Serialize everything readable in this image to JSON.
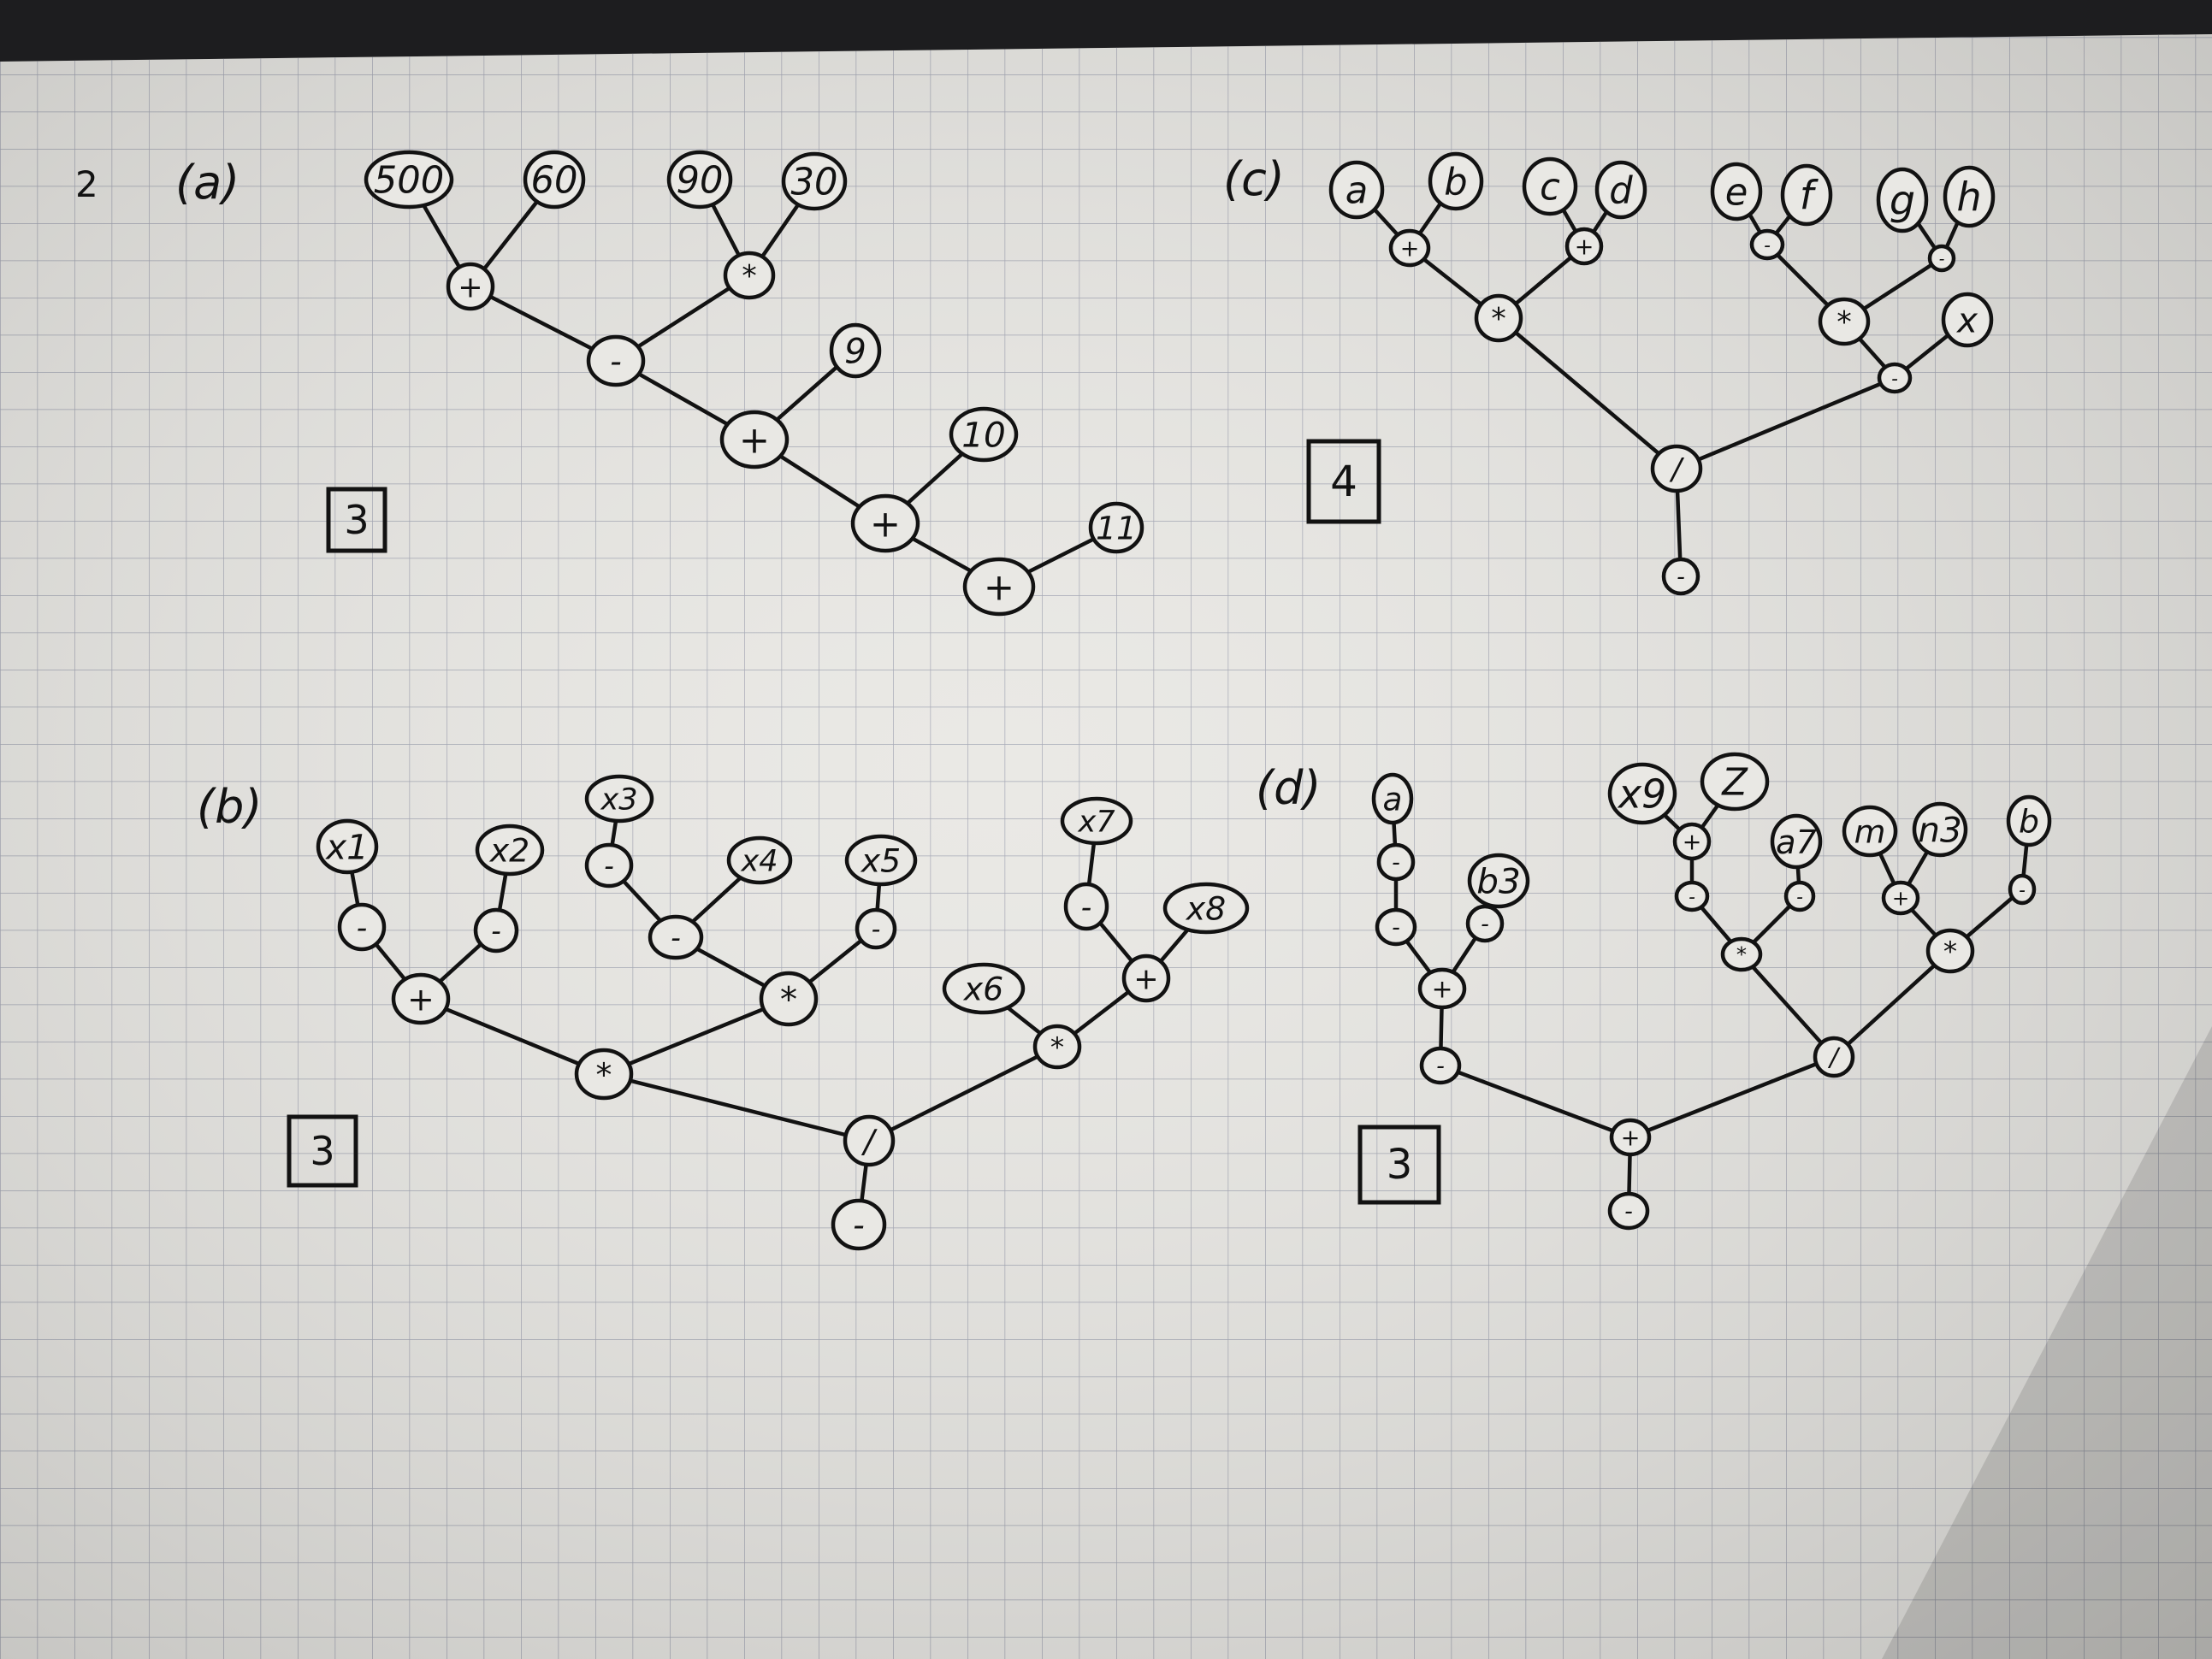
{
  "page_number": "2",
  "colors": {
    "paper": "#e9e8e4",
    "grid": "#8a8fa3",
    "ink": "#121212",
    "shadow": "#1d1d1f"
  },
  "trees": [
    {
      "id": "a",
      "label": "(a)",
      "depth_box": "3",
      "nodes": [
        {
          "id": "n500",
          "text": "500"
        },
        {
          "id": "n60",
          "text": "60"
        },
        {
          "id": "n90",
          "text": "90"
        },
        {
          "id": "n30",
          "text": "30"
        },
        {
          "id": "p1",
          "text": "+"
        },
        {
          "id": "m1",
          "text": "*"
        },
        {
          "id": "s1",
          "text": "-"
        },
        {
          "id": "n9",
          "text": "9"
        },
        {
          "id": "p2",
          "text": "+"
        },
        {
          "id": "n10",
          "text": "10"
        },
        {
          "id": "p3",
          "text": "+"
        },
        {
          "id": "n11",
          "text": "11"
        },
        {
          "id": "p4",
          "text": "+"
        }
      ],
      "edges": [
        [
          "n500",
          "p1"
        ],
        [
          "n60",
          "p1"
        ],
        [
          "n90",
          "m1"
        ],
        [
          "n30",
          "m1"
        ],
        [
          "p1",
          "s1"
        ],
        [
          "m1",
          "s1"
        ],
        [
          "s1",
          "p2"
        ],
        [
          "n9",
          "p2"
        ],
        [
          "p2",
          "p3"
        ],
        [
          "n10",
          "p3"
        ],
        [
          "p3",
          "p4"
        ],
        [
          "n11",
          "p4"
        ]
      ]
    },
    {
      "id": "b",
      "label": "(b)",
      "depth_box": "3",
      "nodes": [
        {
          "id": "x1",
          "text": "x1"
        },
        {
          "id": "x1n",
          "text": "-"
        },
        {
          "id": "x2",
          "text": "x2"
        },
        {
          "id": "x2n",
          "text": "-"
        },
        {
          "id": "bp1",
          "text": "+"
        },
        {
          "id": "x3",
          "text": "x3"
        },
        {
          "id": "x3n",
          "text": "-"
        },
        {
          "id": "x4",
          "text": "x4"
        },
        {
          "id": "bs1",
          "text": "-"
        },
        {
          "id": "x5",
          "text": "x5"
        },
        {
          "id": "x5n",
          "text": "-"
        },
        {
          "id": "bm1",
          "text": "*"
        },
        {
          "id": "bm2",
          "text": "*"
        },
        {
          "id": "x7",
          "text": "x7"
        },
        {
          "id": "x7n",
          "text": "-"
        },
        {
          "id": "x8",
          "text": "x8"
        },
        {
          "id": "bp2",
          "text": "+"
        },
        {
          "id": "x6",
          "text": "x6"
        },
        {
          "id": "bm3",
          "text": "*"
        },
        {
          "id": "bd",
          "text": "/"
        },
        {
          "id": "bneg",
          "text": "-"
        }
      ],
      "edges": [
        [
          "x1",
          "x1n"
        ],
        [
          "x1n",
          "bp1"
        ],
        [
          "x2",
          "x2n"
        ],
        [
          "x2n",
          "bp1"
        ],
        [
          "x3",
          "x3n"
        ],
        [
          "x3n",
          "bs1"
        ],
        [
          "x4",
          "bs1"
        ],
        [
          "bs1",
          "bm1"
        ],
        [
          "x5",
          "x5n"
        ],
        [
          "x5n",
          "bm1"
        ],
        [
          "bp1",
          "bm2"
        ],
        [
          "bm1",
          "bm2"
        ],
        [
          "x7",
          "x7n"
        ],
        [
          "x7n",
          "bp2"
        ],
        [
          "x8",
          "bp2"
        ],
        [
          "x6",
          "bm3"
        ],
        [
          "bp2",
          "bm3"
        ],
        [
          "bm2",
          "bd"
        ],
        [
          "bm3",
          "bd"
        ],
        [
          "bd",
          "bneg"
        ]
      ]
    },
    {
      "id": "c",
      "label": "(c)",
      "depth_box": "4",
      "nodes": [
        {
          "id": "ca",
          "text": "a"
        },
        {
          "id": "cb",
          "text": "b"
        },
        {
          "id": "cc",
          "text": "c"
        },
        {
          "id": "cd",
          "text": "d"
        },
        {
          "id": "ce",
          "text": "e"
        },
        {
          "id": "cf",
          "text": "f"
        },
        {
          "id": "cg",
          "text": "g"
        },
        {
          "id": "ch",
          "text": "h"
        },
        {
          "id": "cp1",
          "text": "+"
        },
        {
          "id": "cp2",
          "text": "+"
        },
        {
          "id": "cs1",
          "text": "-"
        },
        {
          "id": "cs2",
          "text": "-"
        },
        {
          "id": "cm1",
          "text": "*"
        },
        {
          "id": "cm2",
          "text": "*"
        },
        {
          "id": "cx",
          "text": "x"
        },
        {
          "id": "cs3",
          "text": "-"
        },
        {
          "id": "cdiv",
          "text": "/"
        },
        {
          "id": "cneg",
          "text": "-"
        }
      ],
      "edges": [
        [
          "ca",
          "cp1"
        ],
        [
          "cb",
          "cp1"
        ],
        [
          "cc",
          "cp2"
        ],
        [
          "cd",
          "cp2"
        ],
        [
          "cp1",
          "cm1"
        ],
        [
          "cp2",
          "cm1"
        ],
        [
          "ce",
          "cs1"
        ],
        [
          "cf",
          "cs1"
        ],
        [
          "cg",
          "cs2"
        ],
        [
          "ch",
          "cs2"
        ],
        [
          "cs1",
          "cm2"
        ],
        [
          "cs2",
          "cm2"
        ],
        [
          "cm2",
          "cs3"
        ],
        [
          "cx",
          "cs3"
        ],
        [
          "cm1",
          "cdiv"
        ],
        [
          "cs3",
          "cdiv"
        ],
        [
          "cdiv",
          "cneg"
        ]
      ]
    },
    {
      "id": "d",
      "label": "(d)",
      "depth_box": "3",
      "nodes": [
        {
          "id": "da",
          "text": "a"
        },
        {
          "id": "dan1",
          "text": "-"
        },
        {
          "id": "dan2",
          "text": "-"
        },
        {
          "id": "db3",
          "text": "b3"
        },
        {
          "id": "db3n",
          "text": "-"
        },
        {
          "id": "dp1",
          "text": "+"
        },
        {
          "id": "ds1",
          "text": "-"
        },
        {
          "id": "dx9",
          "text": "x9"
        },
        {
          "id": "dz",
          "text": "Z"
        },
        {
          "id": "dp2",
          "text": "+"
        },
        {
          "id": "dp2n",
          "text": "-"
        },
        {
          "id": "da7",
          "text": "a7"
        },
        {
          "id": "da7n",
          "text": "-"
        },
        {
          "id": "dm1",
          "text": "*"
        },
        {
          "id": "dm",
          "text": "m"
        },
        {
          "id": "dn3",
          "text": "n3"
        },
        {
          "id": "dp3",
          "text": "+"
        },
        {
          "id": "db",
          "text": "b"
        },
        {
          "id": "dbn",
          "text": "-"
        },
        {
          "id": "dm2",
          "text": "*"
        },
        {
          "id": "ddiv",
          "text": "/"
        },
        {
          "id": "dp4",
          "text": "+"
        },
        {
          "id": "dneg",
          "text": "-"
        }
      ],
      "edges": [
        [
          "da",
          "dan1"
        ],
        [
          "dan1",
          "dan2"
        ],
        [
          "dan2",
          "dp1"
        ],
        [
          "db3",
          "db3n"
        ],
        [
          "db3n",
          "dp1"
        ],
        [
          "dp1",
          "ds1"
        ],
        [
          "dx9",
          "dp2"
        ],
        [
          "dz",
          "dp2"
        ],
        [
          "dp2",
          "dp2n"
        ],
        [
          "dp2n",
          "dm1"
        ],
        [
          "da7",
          "da7n"
        ],
        [
          "da7n",
          "dm1"
        ],
        [
          "dm",
          "dp3"
        ],
        [
          "dn3",
          "dp3"
        ],
        [
          "dp3",
          "dm2"
        ],
        [
          "db",
          "dbn"
        ],
        [
          "dbn",
          "dm2"
        ],
        [
          "dm1",
          "ddiv"
        ],
        [
          "dm2",
          "ddiv"
        ],
        [
          "ds1",
          "dp4"
        ],
        [
          "ddiv",
          "dp4"
        ],
        [
          "dp4",
          "dneg"
        ]
      ]
    }
  ]
}
